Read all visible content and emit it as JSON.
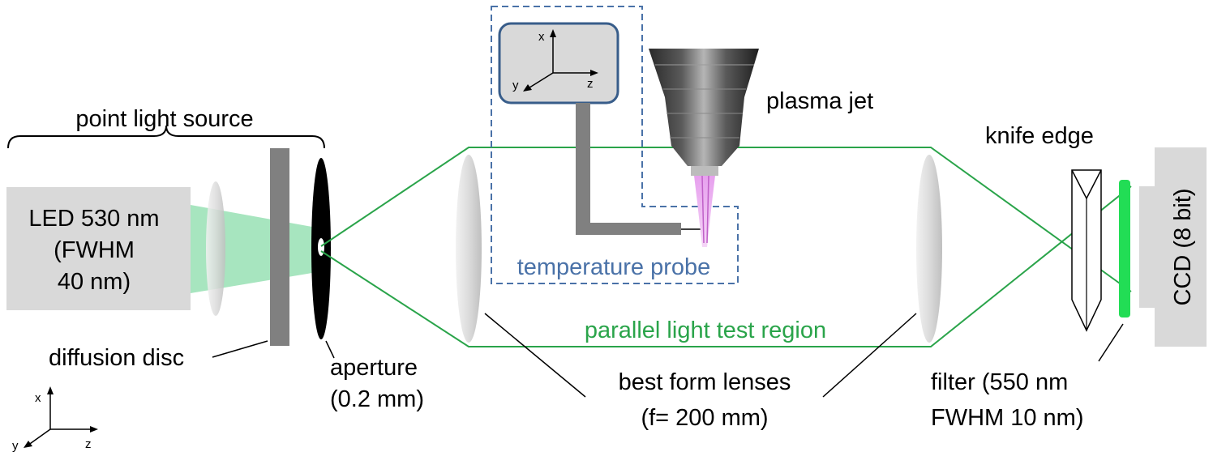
{
  "labels": {
    "point_light_source": "point light source",
    "led_line1": "LED 530 nm",
    "led_line2": "(FWHM",
    "led_line3": "40 nm)",
    "diffusion_disc": "diffusion disc",
    "aperture_line1": "aperture",
    "aperture_line2": "(0.2 mm)",
    "temperature_probe": "temperature probe",
    "plasma_jet": "plasma jet",
    "parallel_light": "parallel light test region",
    "lenses_line1": "best form lenses",
    "lenses_line2": "(f= 200 mm)",
    "knife_edge": "knife edge",
    "filter_line1": "filter (550 nm",
    "filter_line2": "FWHM 10 nm)",
    "ccd": "CCD (8 bit)"
  },
  "axes": {
    "x": "x",
    "y": "y",
    "z": "z"
  },
  "colors": {
    "beam": "#2aa44a",
    "led_box": "#d9d9d9",
    "probe_frame": "#4a72a8",
    "probe_text": "#4a72a8",
    "plasma": "#d98ee0",
    "filter": "#22dd55"
  }
}
